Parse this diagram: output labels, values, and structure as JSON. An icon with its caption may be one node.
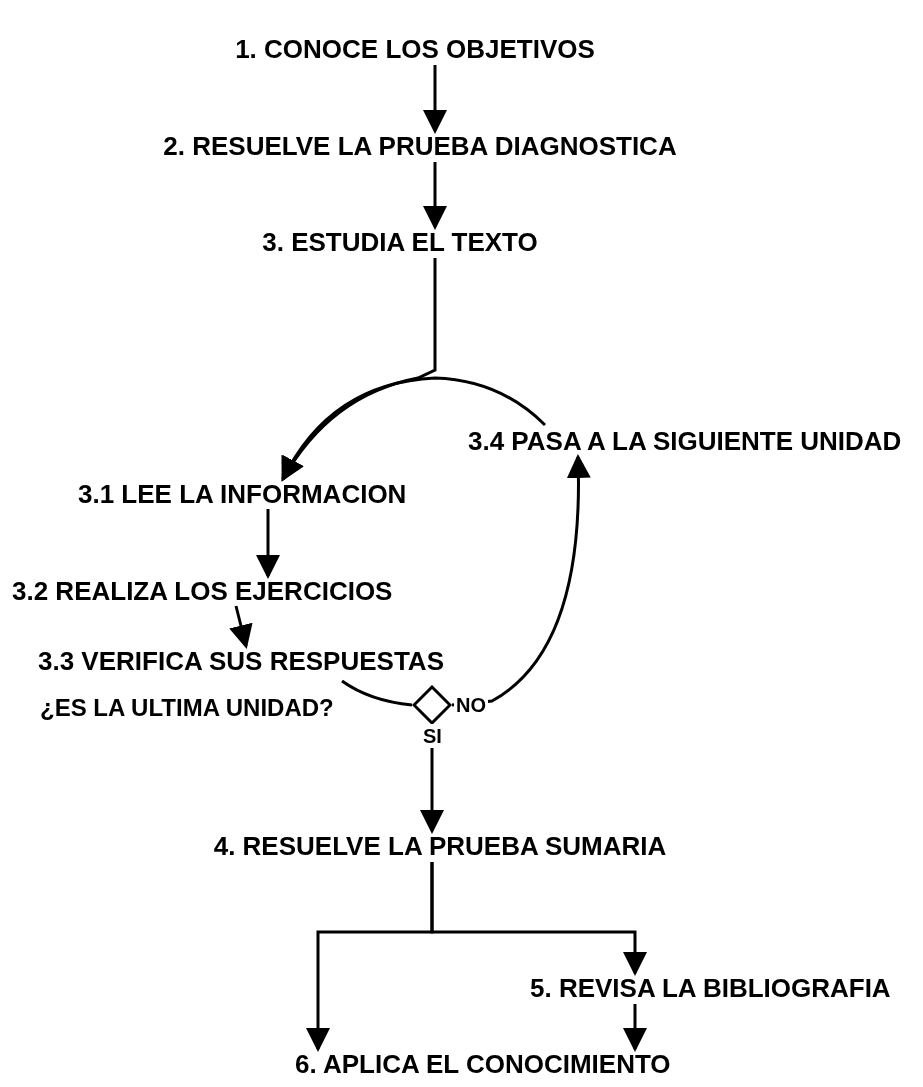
{
  "diagram": {
    "nodes": [
      {
        "text": [
          "1. CONOCE LOS OBJETIVOS"
        ]
      },
      {
        "text": [
          "2. RESUELVE LA PRUEBA DIAGNOSTICA"
        ]
      },
      {
        "text": [
          "3. ESTUDIA EL TEXTO"
        ]
      },
      {
        "text": [
          "3.1 LEE LA INFORMACION"
        ]
      },
      {
        "text": [
          "3.2 REALIZA LOS EJERCICIOS"
        ]
      },
      {
        "text": [
          "3.3 VERIFICA SUS RESPUESTAS"
        ]
      },
      {
        "text": [],
        "shape": "diamond"
      },
      {
        "text": [
          "3.4 PASA A LA SIGUIENTE UNIDAD"
        ]
      },
      {
        "text": [
          "4. RESUELVE LA PRUEBA SUMARIA"
        ]
      },
      {
        "text": [
          "5. REVISA LA BIBLIOGRAFIA"
        ]
      },
      {
        "text": [
          "6. APLICA EL CONOCIMIENTO"
        ]
      }
    ],
    "edges": [
      {
        "from": 0,
        "to": 1,
        "arrow": "to"
      },
      {
        "from": 1,
        "to": 2,
        "arrow": "to"
      },
      {
        "from": 2,
        "to": 3,
        "arrow": "to"
      },
      {
        "from": 3,
        "to": 4,
        "arrow": "to"
      },
      {
        "from": 4,
        "to": 5,
        "arrow": "to"
      },
      {
        "from": 5,
        "to": 6,
        "arrow": "none"
      },
      {
        "from": 6,
        "to": 7,
        "arrow": "to",
        "label": "NO"
      },
      {
        "from": 7,
        "to": 3,
        "arrow": "to"
      },
      {
        "from": 6,
        "to": 8,
        "arrow": "to",
        "label": "SI"
      },
      {
        "from": 8,
        "to": 10,
        "arrow": "to"
      },
      {
        "from": 8,
        "to": 9,
        "arrow": "to"
      },
      {
        "from": 9,
        "to": 10,
        "arrow": "to"
      }
    ],
    "labels": [
      "¿ES LA ULTIMA UNIDAD?"
    ]
  }
}
